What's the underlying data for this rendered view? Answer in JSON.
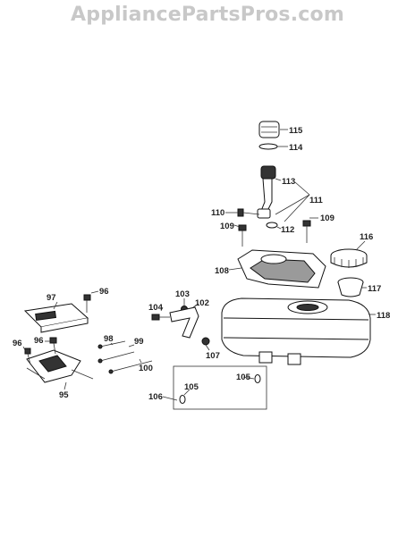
{
  "watermark": "AppliancePartsPros.com",
  "callouts": {
    "c115": "115",
    "c114": "114",
    "c113": "113",
    "c111": "111",
    "c110": "110",
    "c109a": "109",
    "c109b": "109",
    "c112": "112",
    "c116": "116",
    "c108": "108",
    "c117": "117",
    "c118": "118",
    "c97": "97",
    "c96a": "96",
    "c104": "104",
    "c103": "103",
    "c102": "102",
    "c107": "107",
    "c96b": "96",
    "c96c": "96",
    "c98": "98",
    "c99": "99",
    "c100": "100",
    "c95": "95",
    "c106": "106",
    "c105a": "105",
    "c105b": "105"
  }
}
